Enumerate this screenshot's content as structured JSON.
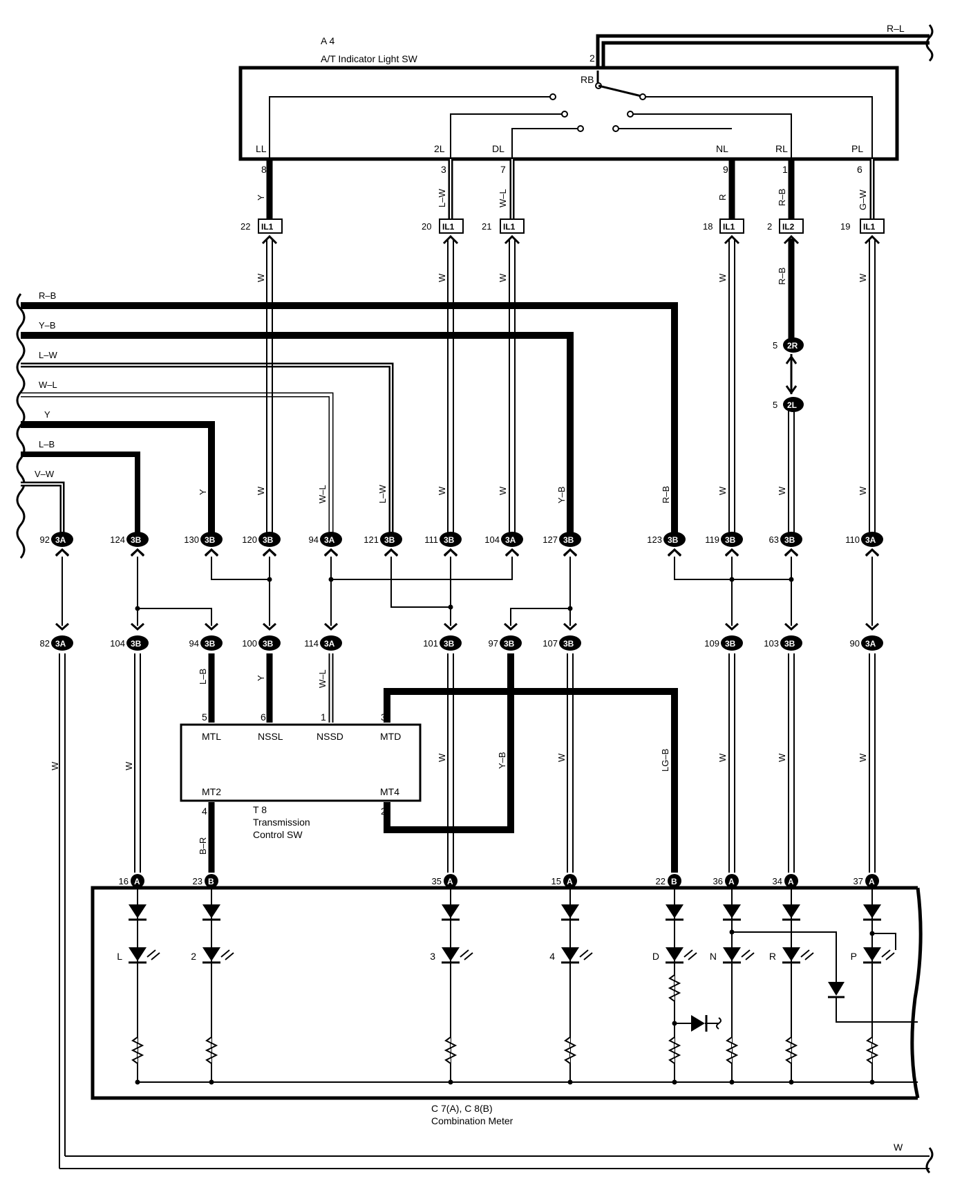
{
  "switch_a4": {
    "ref": "A 4",
    "name": "A/T Indicator Light SW",
    "pin_rb": "RB",
    "pin_2": "2",
    "terminals": [
      {
        "name": "LL",
        "pin": "8"
      },
      {
        "name": "2L",
        "pin": "3"
      },
      {
        "name": "DL",
        "pin": "7"
      },
      {
        "name": "NL",
        "pin": "9"
      },
      {
        "name": "RL",
        "pin": "1"
      },
      {
        "name": "PL",
        "pin": "6"
      }
    ]
  },
  "top_wire": "R–L",
  "il_connectors": [
    {
      "pin": "22",
      "code": "IL1",
      "wire_up": "Y",
      "wire_down": "W"
    },
    {
      "pin": "20",
      "code": "IL1",
      "wire_up": "L–W",
      "wire_down": "W"
    },
    {
      "pin": "21",
      "code": "IL1",
      "wire_up": "W–L",
      "wire_down": "W"
    },
    {
      "pin": "18",
      "code": "IL1",
      "wire_up": "R",
      "wire_down": "W"
    },
    {
      "pin": "2",
      "code": "IL2",
      "wire_up": "R–B",
      "wire_down": "R–B"
    },
    {
      "pin": "19",
      "code": "IL1",
      "wire_up": "G–W",
      "wire_down": "W"
    }
  ],
  "c2r": {
    "pin": "5",
    "code": "2R"
  },
  "c2l": {
    "pin": "5",
    "code": "2L"
  },
  "left_bus": [
    "R–B",
    "Y–B",
    "L–W",
    "W–L",
    "Y",
    "L–B",
    "V–W"
  ],
  "upper_row": [
    {
      "pin": "92",
      "code": "3A"
    },
    {
      "pin": "124",
      "code": "3B"
    },
    {
      "pin": "130",
      "code": "3B",
      "wire": "Y"
    },
    {
      "pin": "120",
      "code": "3B",
      "wire": "W"
    },
    {
      "pin": "94",
      "code": "3A",
      "wire": "W–L"
    },
    {
      "pin": "121",
      "code": "3B",
      "wire": "L–W"
    },
    {
      "pin": "111",
      "code": "3B",
      "wire": "W"
    },
    {
      "pin": "104",
      "code": "3A",
      "wire": "W"
    },
    {
      "pin": "127",
      "code": "3B",
      "wire": "Y–B"
    },
    {
      "pin": "123",
      "code": "3B",
      "wire": "R–B"
    },
    {
      "pin": "119",
      "code": "3B",
      "wire": "W"
    },
    {
      "pin": "63",
      "code": "3B",
      "wire": "W"
    },
    {
      "pin": "110",
      "code": "3A",
      "wire": "W"
    }
  ],
  "lower_row": [
    {
      "pin": "82",
      "code": "3A",
      "wire": "W"
    },
    {
      "pin": "104",
      "code": "3B",
      "wire": "W"
    },
    {
      "pin": "94",
      "code": "3B",
      "wire": "L–B"
    },
    {
      "pin": "100",
      "code": "3B",
      "wire": "Y"
    },
    {
      "pin": "114",
      "code": "3A",
      "wire": "W–L"
    },
    {
      "pin": "101",
      "code": "3B",
      "wire": "W"
    },
    {
      "pin": "97",
      "code": "3B",
      "wire": "Y–B"
    },
    {
      "pin": "107",
      "code": "3B",
      "wire": "W"
    },
    {
      "pin": "109",
      "code": "3B",
      "wire": "W"
    },
    {
      "pin": "103",
      "code": "3B",
      "wire": "W"
    },
    {
      "pin": "90",
      "code": "3A",
      "wire": "W"
    }
  ],
  "lg_wire": "LG–B",
  "t8": {
    "ref": "T 8",
    "name_line1": "Transmission",
    "name_line2": "Control SW",
    "pins": [
      {
        "name": "MTL",
        "pin": "5"
      },
      {
        "name": "NSSL",
        "pin": "6"
      },
      {
        "name": "NSSD",
        "pin": "1"
      },
      {
        "name": "MTD",
        "pin": "3"
      },
      {
        "name": "MT2",
        "pin": "4"
      },
      {
        "name": "MT4",
        "pin": "2"
      }
    ],
    "mt2_wire": "B–R"
  },
  "meter": {
    "ref": "C 7(A), C 8(B)",
    "name": "Combination Meter",
    "pins": [
      {
        "pin": "16",
        "code": "A",
        "lamp": "L"
      },
      {
        "pin": "23",
        "code": "B",
        "lamp": "2"
      },
      {
        "pin": "35",
        "code": "A",
        "lamp": "3"
      },
      {
        "pin": "15",
        "code": "A",
        "lamp": "4"
      },
      {
        "pin": "22",
        "code": "B",
        "lamp": "D"
      },
      {
        "pin": "36",
        "code": "A",
        "lamp": "N"
      },
      {
        "pin": "34",
        "code": "A",
        "lamp": "R"
      },
      {
        "pin": "37",
        "code": "A",
        "lamp": "P"
      }
    ]
  },
  "bottom_wire": "W"
}
